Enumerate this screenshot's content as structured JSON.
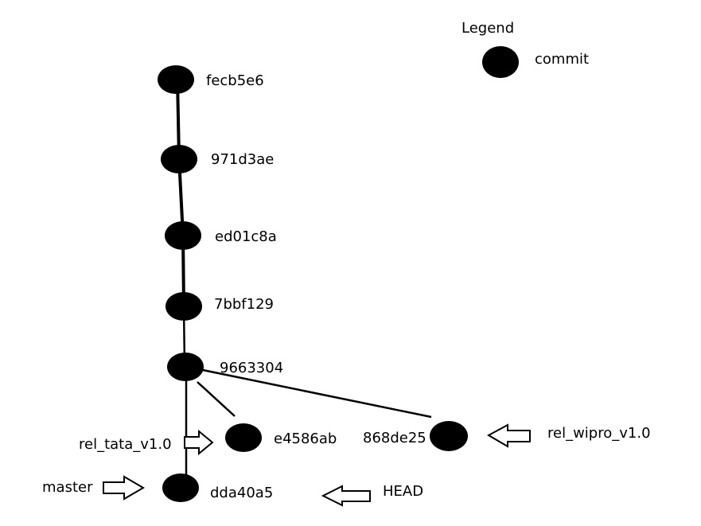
{
  "legend": {
    "title": "Legend",
    "commit_label": "commit"
  },
  "commits": {
    "c1": "fecb5e6",
    "c2": "971d3ae",
    "c3": "ed01c8a",
    "c4": "7bbf129",
    "c5": "9663304",
    "c6": "e4586ab",
    "c7": "868de25",
    "c8": "dda40a5"
  },
  "pointers": {
    "rel_tata": "rel_tata_v1.0",
    "rel_wipro": "rel_wipro_v1.0",
    "master": "master",
    "head": "HEAD"
  }
}
